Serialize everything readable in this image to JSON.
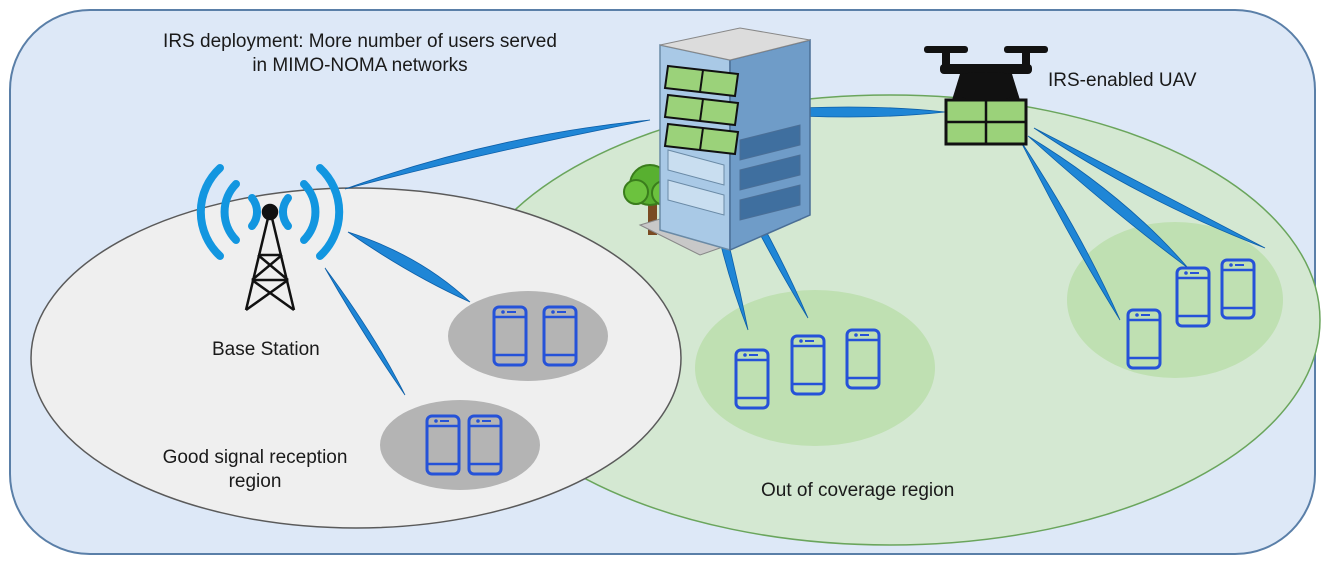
{
  "title_line1": "IRS deployment: More number of users served",
  "title_line2": "in MIMO-NOMA networks",
  "uav_label": "IRS-enabled UAV",
  "base_station_label": "Base Station",
  "good_region_line1": "Good signal reception",
  "good_region_line2": "region",
  "out_region_label": "Out of coverage region",
  "colors": {
    "background": "#dde8f7",
    "background_border": "#5a7fa8",
    "grey_region": "#efefef",
    "green_region": "#d4e8d2",
    "user_cluster_green": "#bfe0b2",
    "user_cluster_grey": "#b4b4b4",
    "beam": "#1f86d6",
    "phone": "#2552d8",
    "irs_panel": "#9bd27a"
  },
  "icons": [
    "base-station-tower-icon",
    "building-icon",
    "tree-icon",
    "uav-drone-icon",
    "irs-panel-icon",
    "smartphone-icon"
  ]
}
